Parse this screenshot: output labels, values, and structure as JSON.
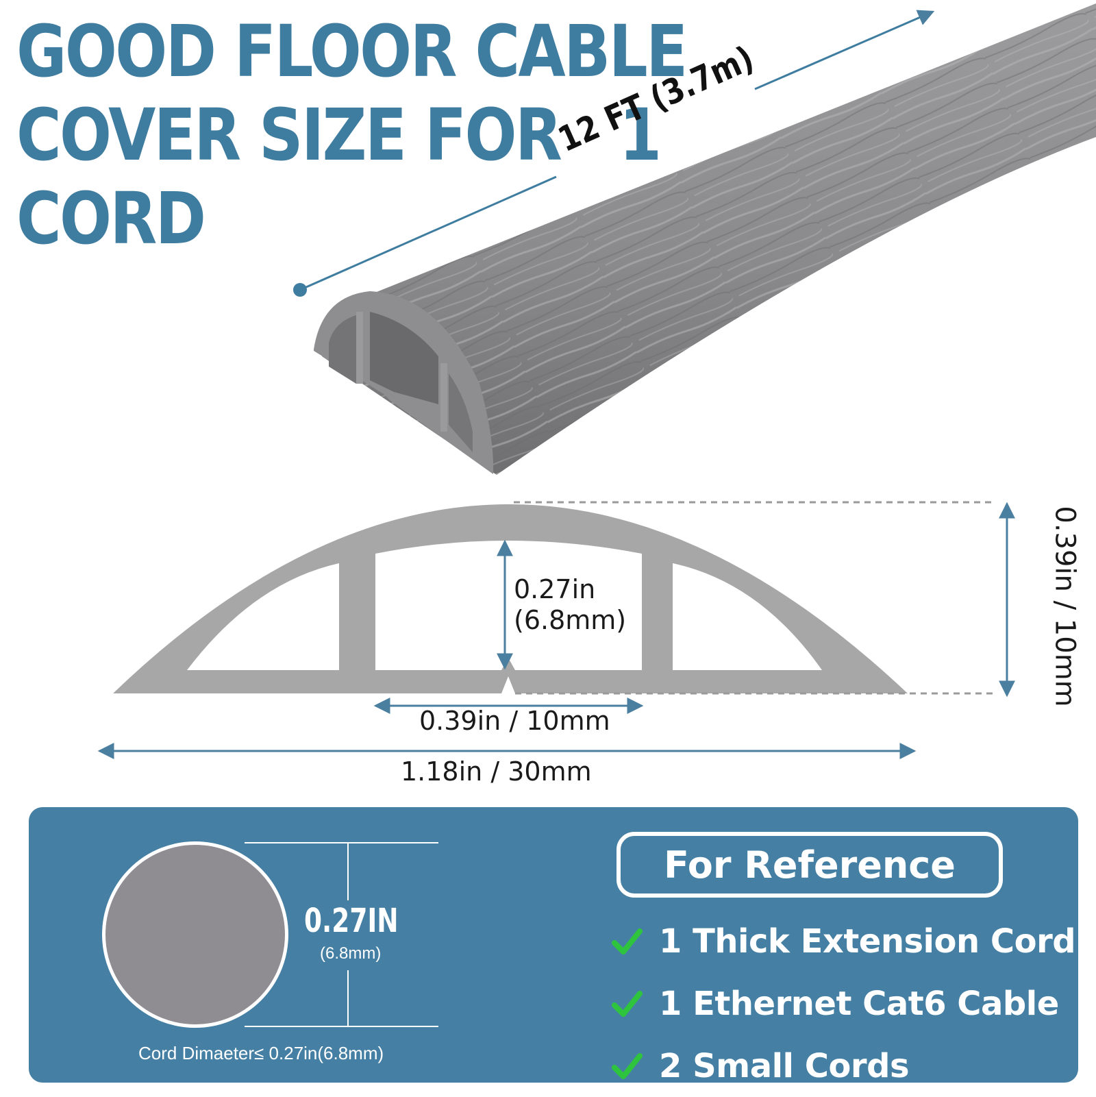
{
  "headline": {
    "line1": "GOOD FLOOR CABLE",
    "line2": "COVER SIZE FOR   1",
    "line3": "CORD"
  },
  "dimensions": {
    "length": "12 FT (3.7m)",
    "inner_height": "0.27in",
    "inner_height_mm": "(6.8mm)",
    "total_height": "0.39in / 10mm",
    "channel_width": "0.39in / 10mm",
    "total_width": "1.18in / 30mm"
  },
  "reference": {
    "cord_size": "0.27IN",
    "cord_size_mm": "(6.8mm)",
    "cord_caption": "Cord Dimaeter≤ 0.27in(6.8mm)",
    "title": "For Reference",
    "items": [
      "1 Thick Extension Cord",
      "1 Ethernet Cat6 Cable",
      "2 Small Cords"
    ]
  },
  "colors": {
    "brand_blue": "#3f7da0",
    "panel_blue": "#4580a4",
    "product_gray": "#8f8f91",
    "profile_gray": "#a8a8a8",
    "check_green": "#2fc43e",
    "dimension_line": "#4a7fa0"
  }
}
